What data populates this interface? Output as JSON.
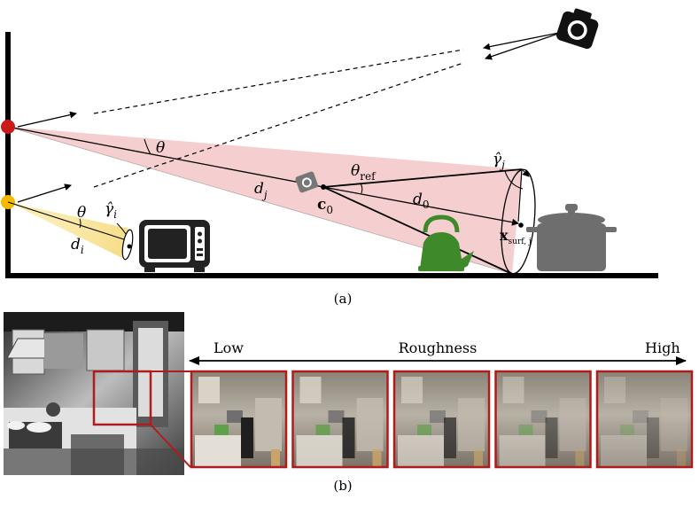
{
  "panel_a": {
    "caption": "(a)",
    "labels": {
      "theta_left": "θ",
      "d_j": "d",
      "d_j_sub": "j",
      "c0": "c",
      "c0_sub": "0",
      "theta_ref": "θ",
      "theta_ref_sub": "ref",
      "d0": "d",
      "d0_sub": "0",
      "gamma_j": "γ̂",
      "gamma_j_sub": "j",
      "x_surf": "x",
      "x_surf_sub": "surf, j",
      "theta_i": "θ",
      "gamma_i": "γ̂",
      "gamma_i_sub": "i",
      "d_i": "d",
      "d_i_sub": "i"
    },
    "colors": {
      "cone": "#f3c5c8",
      "red_light": "#cc1a1a",
      "yellow_light": "#f5b800",
      "kettle": "#3e8a2a",
      "pot": "#6e6e6e",
      "microwave": "#222222",
      "camera": "#111111"
    }
  },
  "panel_b": {
    "caption": "(b)",
    "roughness_axis": {
      "low": "Low",
      "title": "Roughness",
      "high": "High"
    },
    "thumbnail_count": 5,
    "frame_color": "#b01c1c"
  }
}
